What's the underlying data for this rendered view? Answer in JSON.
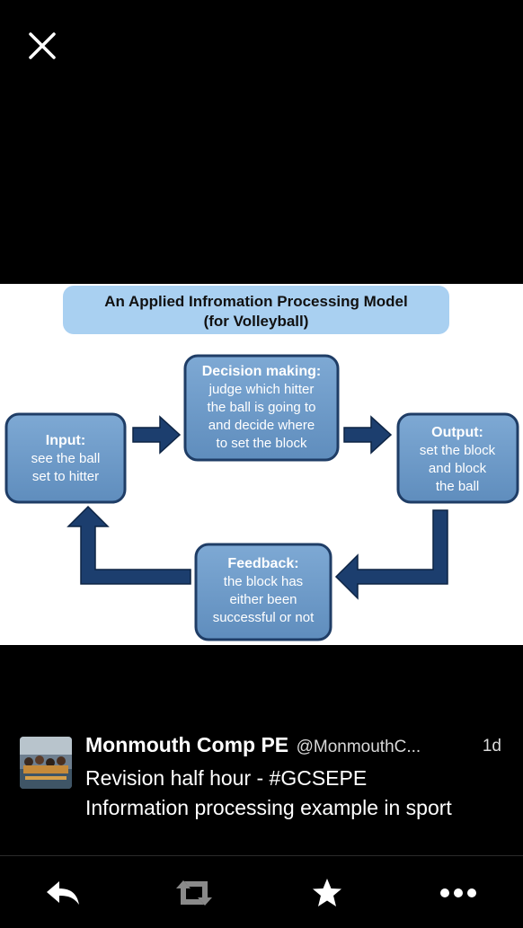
{
  "viewer": {
    "close_icon": "close-icon"
  },
  "diagram": {
    "title_line1": "An Applied Infromation Processing Model",
    "title_line2": "(for Volleyball)",
    "input": {
      "heading": "Input:",
      "lines": [
        "see the ball",
        "set to hitter"
      ]
    },
    "decision": {
      "heading": "Decision making:",
      "lines": [
        "judge which hitter",
        "the ball is going to",
        "and decide where",
        "to set the block"
      ]
    },
    "output": {
      "heading": "Output:",
      "lines": [
        "set the block",
        "and block",
        "the ball"
      ]
    },
    "feedback": {
      "heading": "Feedback:",
      "lines": [
        "the block has",
        "either been",
        "successful or not"
      ]
    },
    "colors": {
      "box_fill": "#6f9bc8",
      "box_border": "#1f3d66",
      "arrow_fill": "#1c3e6e",
      "title_fill": "#a9d0f1"
    }
  },
  "tweet": {
    "display_name": "Monmouth Comp PE",
    "handle": "@MonmouthC...",
    "timestamp": "1d",
    "text_line1": "Revision half hour - #GCSEPE",
    "text_line2": "Information processing example in sport"
  },
  "actions": {
    "reply_icon": "reply-icon",
    "retweet_icon": "retweet-icon",
    "favorite_icon": "star-icon",
    "more_icon": "more-icon"
  }
}
